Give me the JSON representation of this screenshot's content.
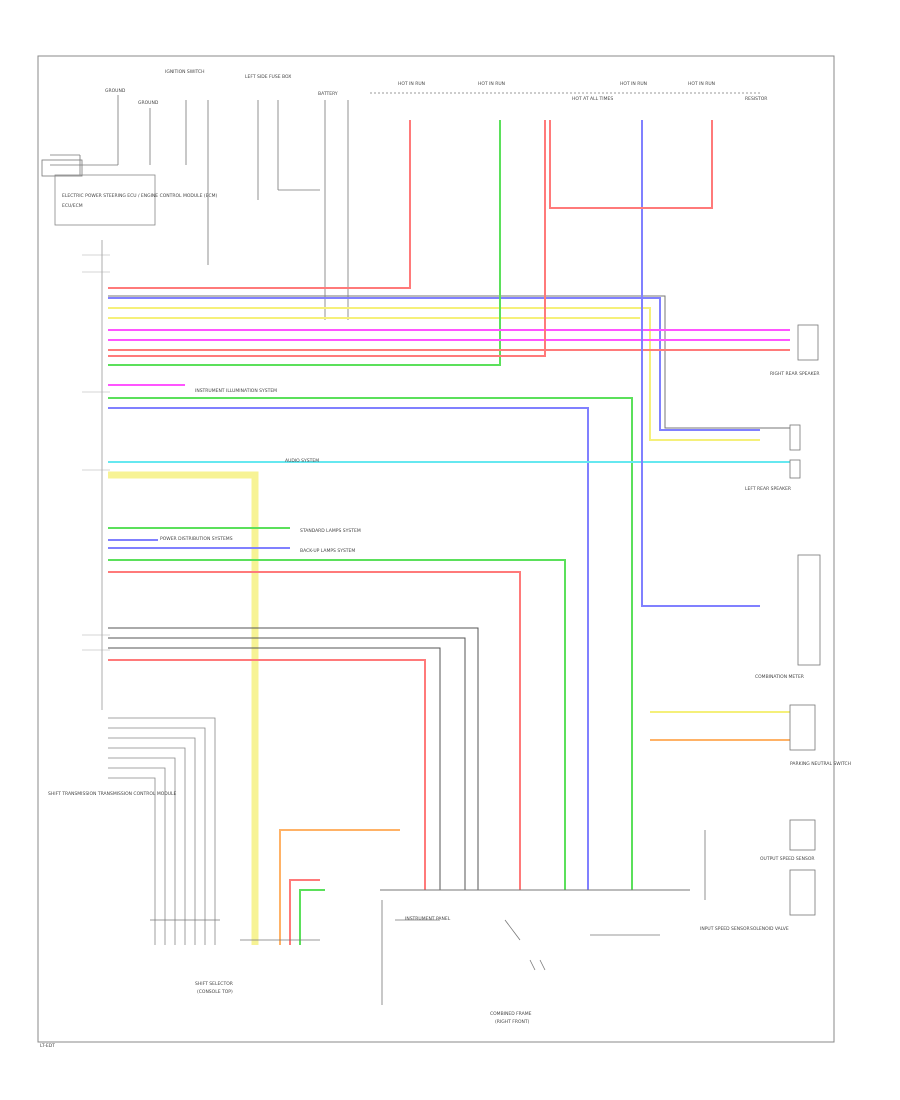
{
  "frame_label": "LT-EDT",
  "left_module_title": "ELECTRIC POWER STEERING ECU / ENGINE CONTROL MODULE (ECM)",
  "left_module_note": "ECU/ECM",
  "lower_left_title": "SHIFT TRANSMISSION TRANSMISSION CONTROL MODULE",
  "bottom_left_label": "SHIFT SELECTOR",
  "bottom_left_sub": "(CONSOLE TOP)",
  "bottom_center_label": "COMBINED FRAME",
  "bottom_center_sub": "(RIGHT FRONT)",
  "center_lower_label": "INSTRUMENT PANEL",
  "right_labels": {
    "r1": "RIGHT REAR SPEAKER",
    "r2": "LEFT REAR SPEAKER",
    "r3": "COMBINATION METER",
    "r4": "PARKING NEUTRAL SWITCH",
    "r5": "OUTPUT SPEED SENSOR",
    "r6": "INPUT SPEED SENSOR",
    "r7": "SOLENOID VALVE"
  },
  "arrow_labels": {
    "a1": "INSTRUMENT ILLUMINATION SYSTEM",
    "a2": "STANDARD LAMPS SYSTEM",
    "a3": "BACK-UP LAMPS SYSTEM",
    "a4": "POWER DISTRIBUTION SYSTEMS",
    "a5": "AUDIO SYSTEM"
  },
  "top_labels": {
    "t1": "GROUND",
    "t2": "GROUND",
    "t3": "IGNITION SWITCH",
    "t4": "LEFT SIDE FUSE BOX",
    "t5": "BATTERY",
    "t6": "HOT IN RUN",
    "t7": "HOT IN RUN",
    "t8": "HOT AT ALL TIMES",
    "t9": "HOT IN RUN",
    "t10": "HOT IN RUN",
    "t11": "RESISTOR"
  },
  "colors": {
    "red": "#ff7a7a",
    "green": "#5be05b",
    "yellow": "#f5f07a",
    "blue": "#8080ff",
    "magenta": "#ff55ff",
    "cyan": "#66e8f0",
    "orange": "#ffb266",
    "gray": "#555555"
  }
}
